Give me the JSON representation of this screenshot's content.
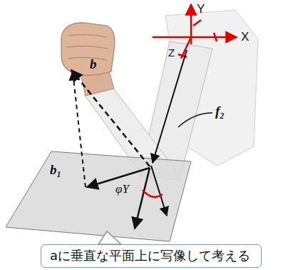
{
  "diagram": {
    "nodes": [
      {
        "text": [
          "aに垂直な平面上に写像して考える"
        ]
      }
    ],
    "labels": [
      "Y",
      "X",
      "Z",
      "b",
      "f₂",
      "b₁",
      "φY"
    ]
  }
}
